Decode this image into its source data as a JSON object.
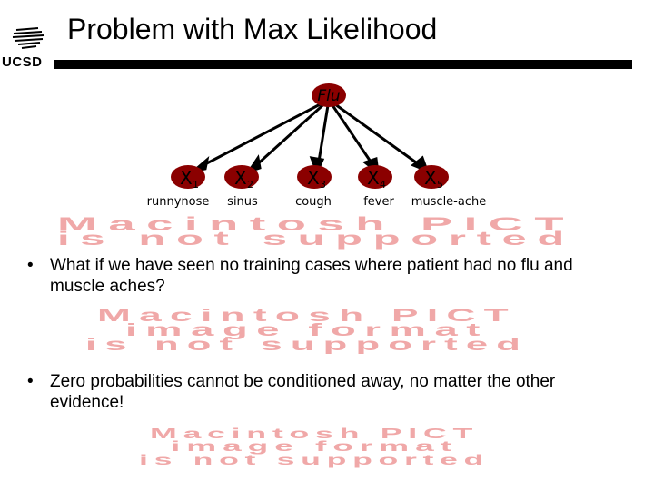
{
  "header": {
    "logo_text": "UCSD",
    "title": "Problem with Max Likelihood"
  },
  "network": {
    "root": "Flu",
    "nodes": [
      {
        "var": "X",
        "sub": "1",
        "label": "runnynose"
      },
      {
        "var": "X",
        "sub": "2",
        "label": "sinus"
      },
      {
        "var": "X",
        "sub": "3",
        "label": "cough"
      },
      {
        "var": "X",
        "sub": "4",
        "label": "fever"
      },
      {
        "var": "X",
        "sub": "5",
        "label": "muscle-ache"
      }
    ]
  },
  "pict_placeholder": {
    "line1": "Macintosh PICT",
    "line2": "image format",
    "line3": "is not supported"
  },
  "bullets": [
    {
      "marker": "•",
      "text": "What if we have seen no training cases where patient had no flu and muscle aches?"
    },
    {
      "marker": "•",
      "text": "Zero probabilities cannot be conditioned away, no matter the other evidence!"
    }
  ],
  "colors": {
    "placeholder_text": "#f0a8a8",
    "title_bar": "#000000"
  }
}
